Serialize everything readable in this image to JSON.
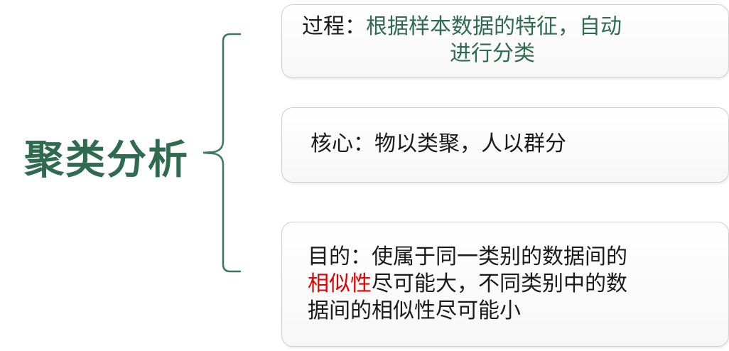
{
  "title": "聚类分析",
  "colors": {
    "accent": "#2e6b4f",
    "highlight": "#e00000",
    "box_border": "#cfcfcf"
  },
  "process": {
    "label": "过程：",
    "text_line1": "根据样本数据的特征，自动",
    "text_line2": "进行分类"
  },
  "core": {
    "label": "核心：",
    "text": "物以类聚，人以群分"
  },
  "purpose": {
    "line1": "目的：使属于同一类别的数据间的",
    "highlight": "相似性",
    "line2_rest": "尽可能大，不同类别中的数",
    "line3": "据间的相似性尽可能小"
  }
}
